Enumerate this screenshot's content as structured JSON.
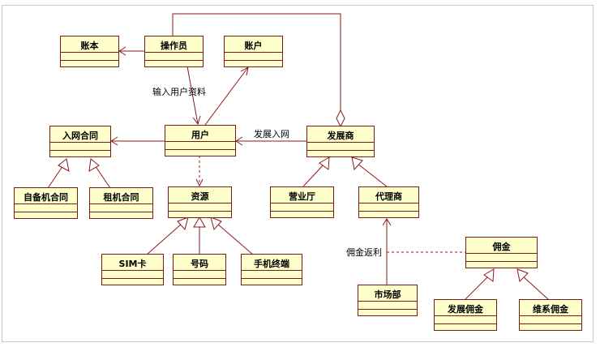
{
  "diagram": {
    "classes": {
      "zhangben": "账本",
      "caozuoyuan": "操作员",
      "zhanghu": "账户",
      "ruwang_hetong": "入网合同",
      "yonghu": "用户",
      "fazhanshang": "发展商",
      "zibeiji_hetong": "自备机合同",
      "zuji_hetong": "租机合同",
      "ziyuan": "资源",
      "yingyeting": "营业厅",
      "dailishang": "代理商",
      "yongjin": "佣金",
      "sim_card": "SIM卡",
      "haoma": "号码",
      "shouji_zhongduan": "手机终端",
      "shichangbu": "市场部",
      "fazhan_yongjin": "发展佣金",
      "weixi_yongjin": "维系佣金"
    },
    "edge_labels": {
      "input_user_info": "输入用户资料",
      "develop_network": "发展入网",
      "commission_rebate": "佣金返利"
    }
  }
}
